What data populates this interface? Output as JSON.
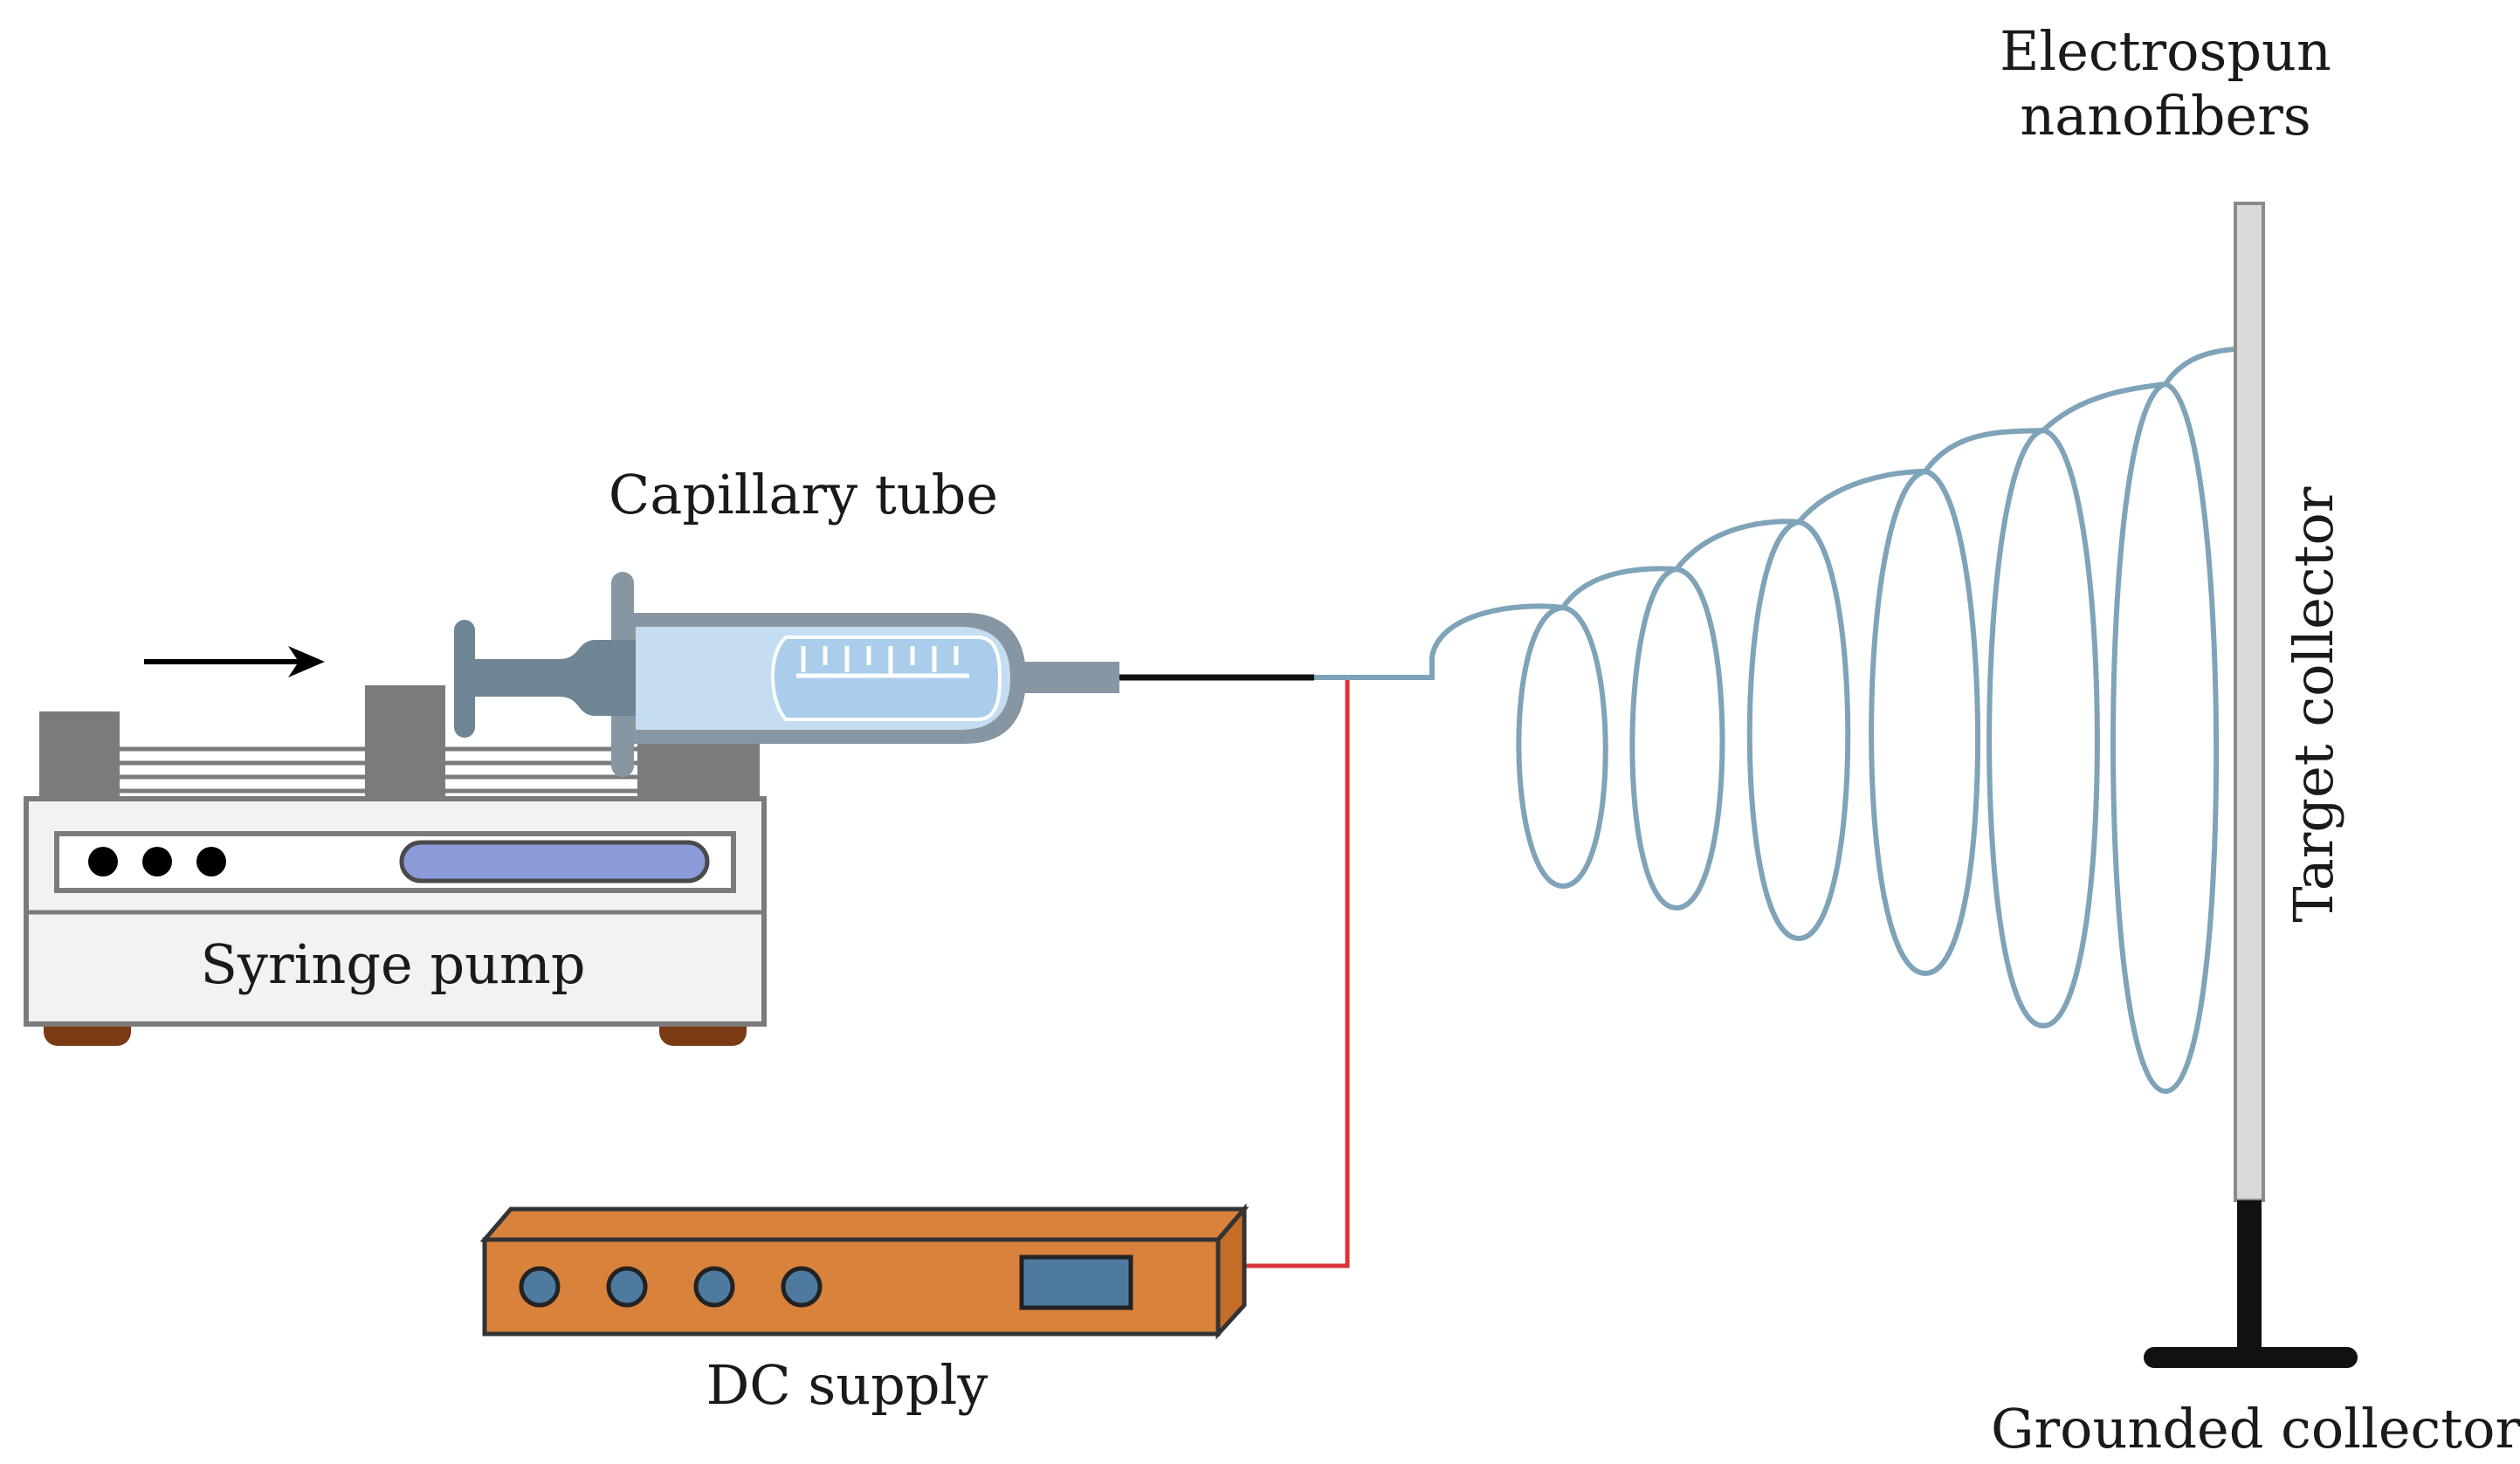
{
  "labels": {
    "electrospun_line1": "Electrospun",
    "electrospun_line2": "nanofibers",
    "capillary_tube": "Capillary tube",
    "syringe_pump": "Syringe pump",
    "target_collector": "Target collector",
    "dc_supply": "DC supply",
    "grounded_collector": "Grounded collector"
  },
  "colors": {
    "fiber": "#7fa3b8",
    "wire": "#d9343a",
    "pump_body": "#f2f2f2",
    "pump_block": "#7b7b7b",
    "pump_slot": "#8b9bd9",
    "pump_foot": "#7a3a14",
    "syringe_barrel": "#c5ddf0",
    "syringe_fluid": "#a9cdea",
    "syringe_frame": "#8796a3",
    "plunger": "#6e8594",
    "dc_box": "#d9823b",
    "dc_display": "#4f7aa0",
    "collector_plate": "#d9d9d9",
    "stand": "#111111"
  },
  "icons": {
    "push_direction": "right-arrow-icon",
    "dc_knobs": "knob-icon"
  }
}
